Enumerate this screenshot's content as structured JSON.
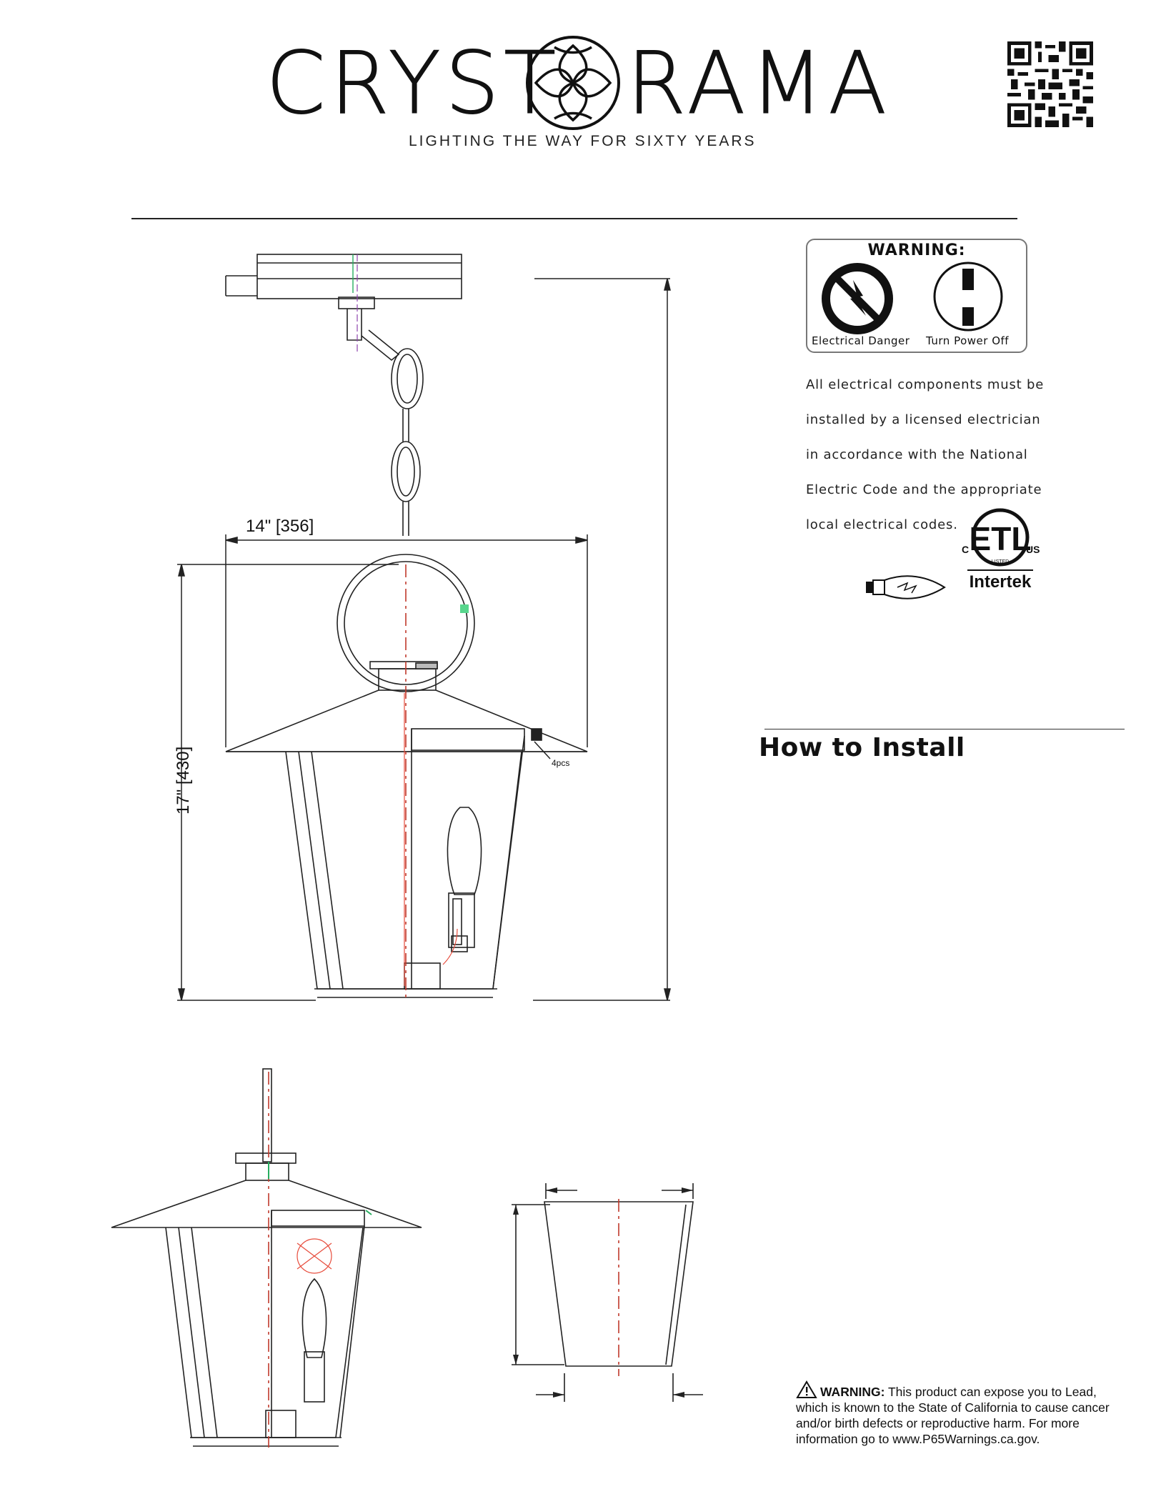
{
  "header": {
    "brand_left": "CRYST",
    "brand_right": "RAMA",
    "tagline": "LIGHTING THE WAY FOR SIXTY YEARS",
    "icons": [
      "crystorama-flower-logo-icon",
      "qr-code-icon"
    ]
  },
  "warning_box": {
    "title": "WARNING:",
    "danger_caption": "Electrical Danger",
    "power_caption": "Turn Power Off",
    "icons": [
      "electrical-danger-icon",
      "power-off-icon"
    ]
  },
  "notice": {
    "lines": [
      "All electrical components must be",
      "installed by a licensed electrician",
      "in accordance with the National",
      "Electric Code and the appropriate",
      "local electrical codes."
    ]
  },
  "certification": {
    "c": "C",
    "us": "US",
    "listed": "LISTED",
    "brand": "Intertek",
    "icons": [
      "etl-listed-icon",
      "candelabra-bulb-icon"
    ]
  },
  "install": {
    "title": "How to Install"
  },
  "drawing": {
    "width_label": "14\" [356]",
    "height_label": "17\" [430]",
    "pcs_label": "4pcs"
  },
  "prop65": {
    "lead": "WARNING:",
    "body": "This product can expose you to Lead, which is known to the State of California to cause cancer and/or birth defects or reproductive harm. For more information go to www.P65Warnings.ca.gov."
  }
}
